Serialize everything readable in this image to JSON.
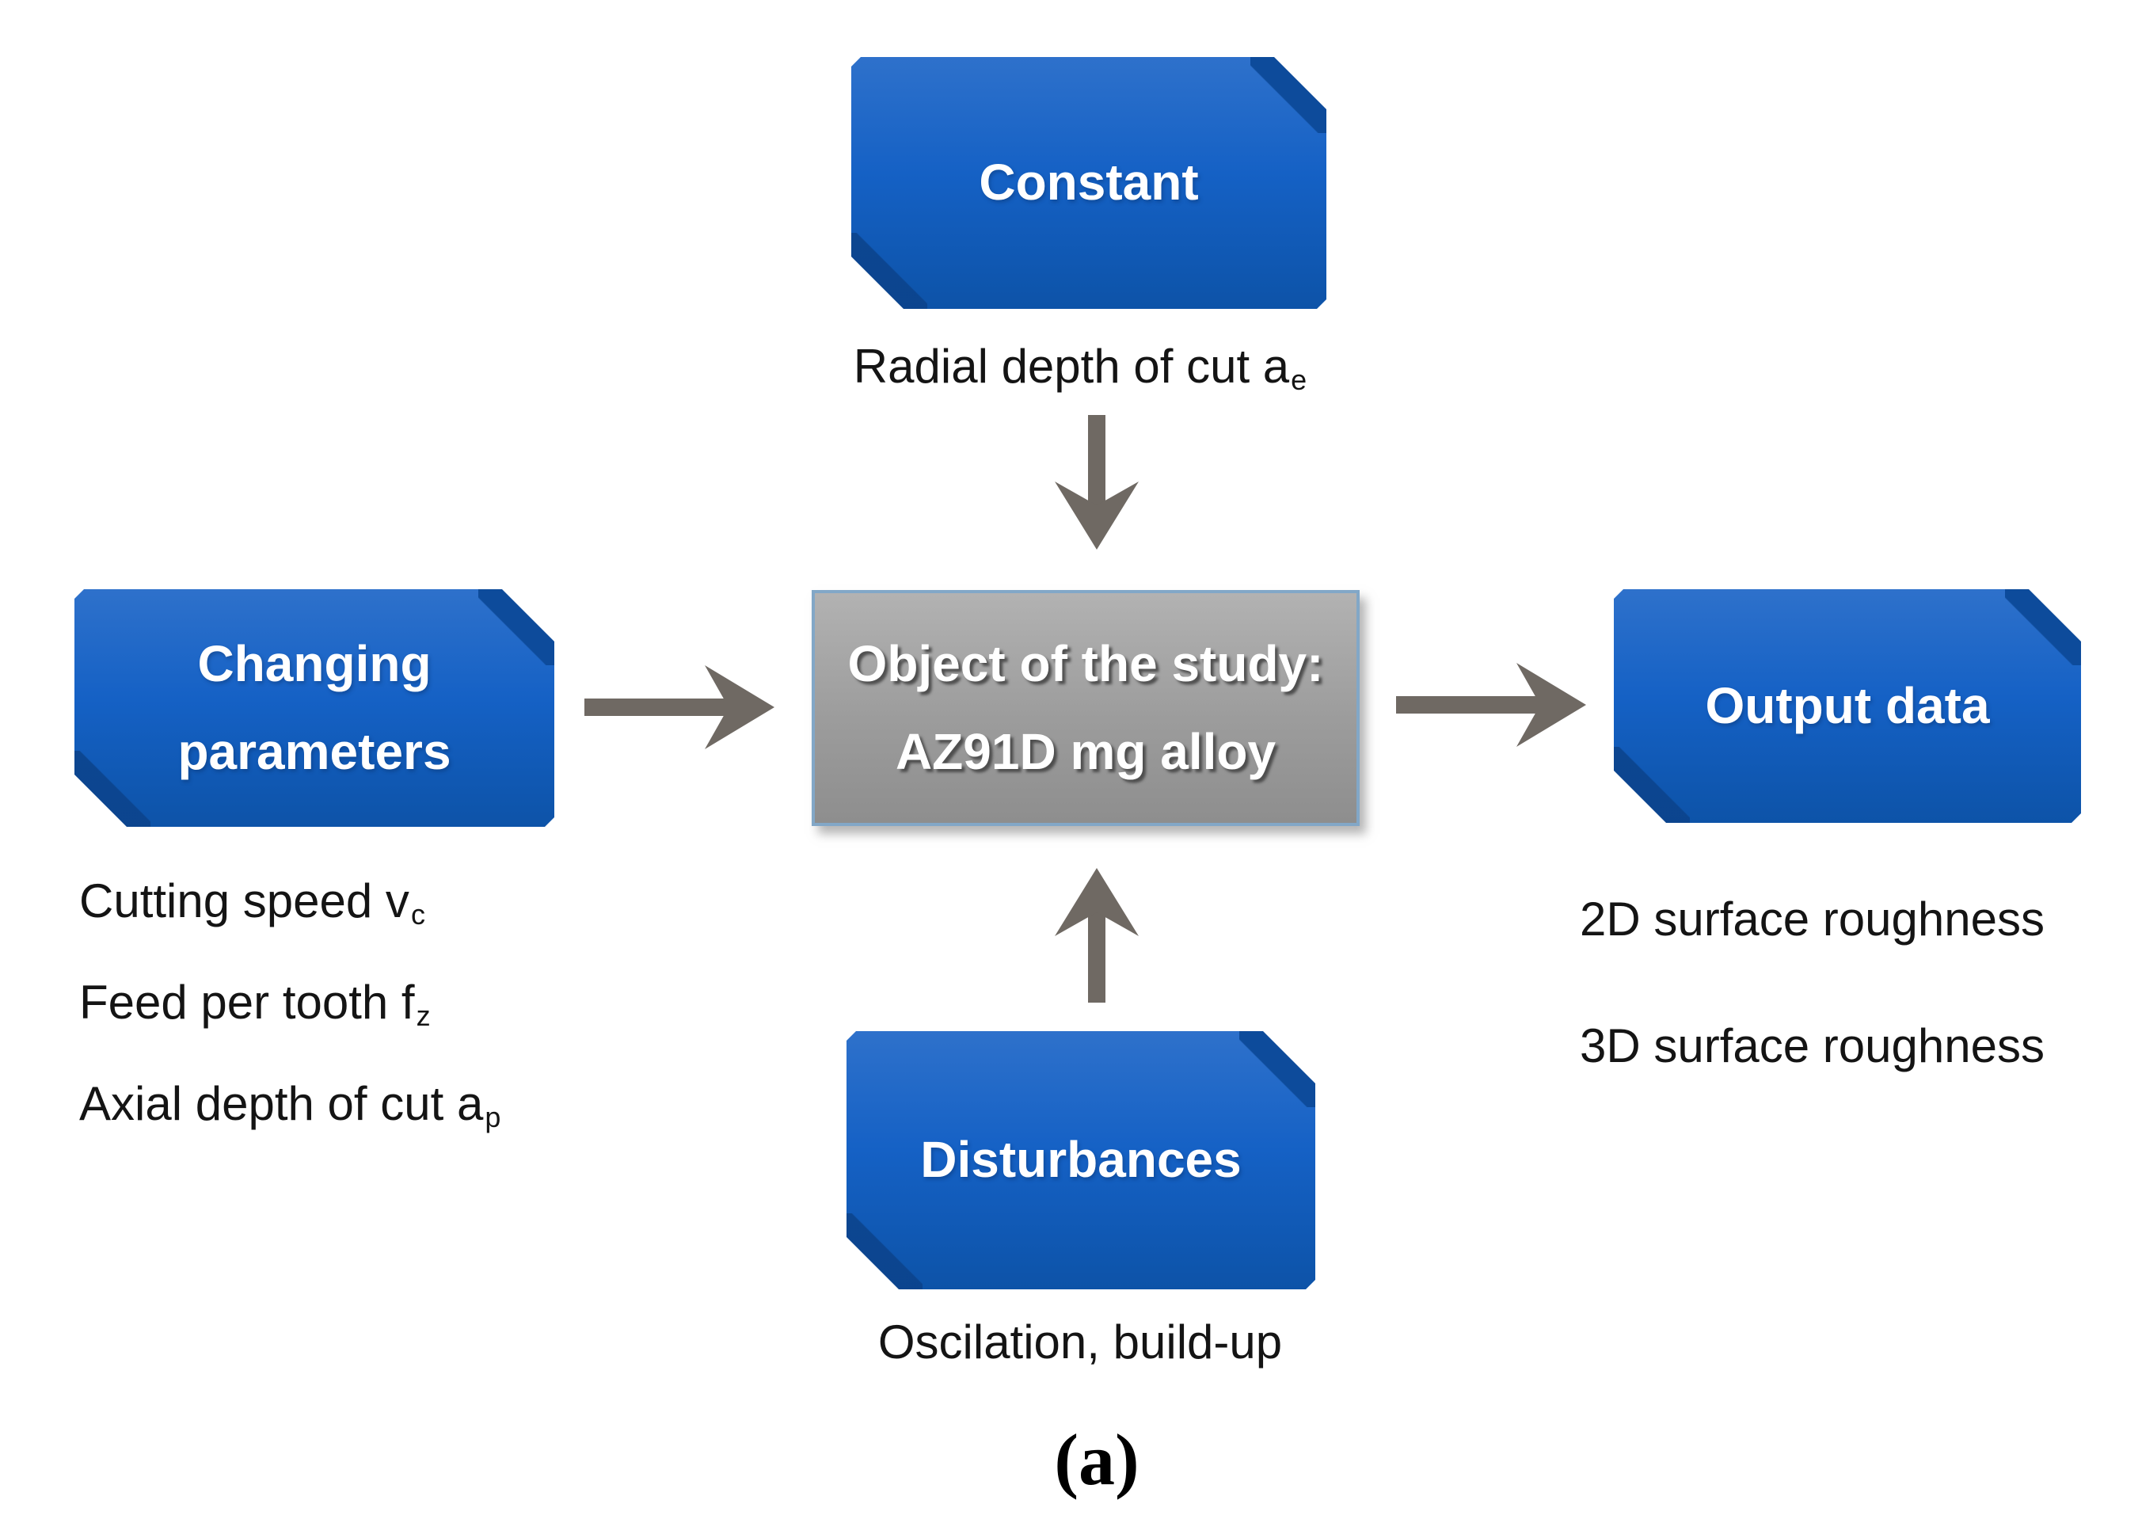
{
  "figure": {
    "caption": "(a)",
    "colors": {
      "node_blue": "#1561C5",
      "node_blue_fold": "#0D4B9B",
      "object_gray": "#9C9C9C",
      "object_border_blue": "#82A7C7",
      "arrow_gray": "#6F6963",
      "label_text": "#141414"
    },
    "nodes": {
      "constant": {
        "title": "Constant"
      },
      "changing": {
        "line1": "Changing",
        "line2": "parameters"
      },
      "object": {
        "line1": "Object of the study:",
        "line2": "AZ91D mg alloy"
      },
      "output": {
        "title": "Output data"
      },
      "disturbances": {
        "title": "Disturbances"
      }
    },
    "labels": {
      "constant_note": {
        "text": "Radial depth of cut a",
        "sub": "e"
      },
      "changing_items": [
        {
          "text": "Cutting speed v",
          "sub": "c"
        },
        {
          "text": "Feed per tooth f",
          "sub": "z"
        },
        {
          "text": "Axial depth of cut a",
          "sub": "p"
        }
      ],
      "output_items": [
        {
          "text": "2D surface roughness"
        },
        {
          "text": "3D surface roughness"
        }
      ],
      "disturbances_note": {
        "text": "Oscilation, build-up"
      }
    }
  }
}
